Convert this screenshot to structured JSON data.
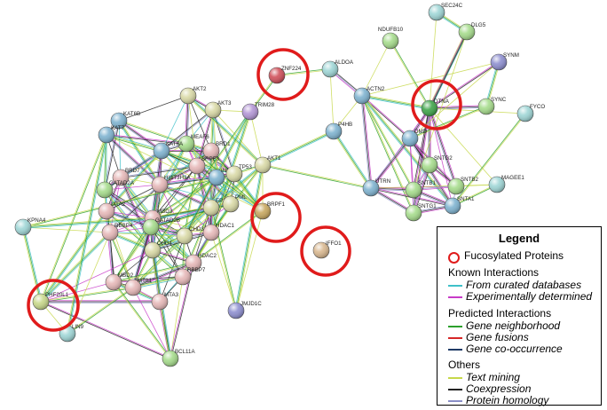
{
  "nodes": [
    {
      "id": "SEC24C",
      "color": "#9fd6d6"
    },
    {
      "id": "DLG5",
      "color": "#a6dc8c"
    },
    {
      "id": "NDUFB10",
      "color": "#a6dc8c"
    },
    {
      "id": "SYNM",
      "color": "#8e8fd0"
    },
    {
      "id": "ZNF224",
      "color": "#d0505a"
    },
    {
      "id": "ALDOA",
      "color": "#9fd6d6"
    },
    {
      "id": "ACTN2",
      "color": "#7fb3d0"
    },
    {
      "id": "DTNA",
      "color": "#3fa54a"
    },
    {
      "id": "SYNC",
      "color": "#a6dc8c"
    },
    {
      "id": "FYCO",
      "color": "#9fd6d6"
    },
    {
      "id": "AKT2",
      "color": "#d9d9a6"
    },
    {
      "id": "AKT3",
      "color": "#d9d9a6"
    },
    {
      "id": "TRIM28",
      "color": "#b497d6"
    },
    {
      "id": "P4HB",
      "color": "#7fb3d0"
    },
    {
      "id": "KAT6B",
      "color": "#7fb3d0"
    },
    {
      "id": "KAT7",
      "color": "#7fb3d0"
    },
    {
      "id": "MEAF6",
      "color": "#a6dc8c"
    },
    {
      "id": "KAT6A",
      "color": "#7fb3d0"
    },
    {
      "id": "BRD1",
      "color": "#e6b8b8"
    },
    {
      "id": "DMD",
      "color": "#7fb3d0"
    },
    {
      "id": "AKT1",
      "color": "#d9d9a6"
    },
    {
      "id": "BRPF3",
      "color": "#e6b8b8"
    },
    {
      "id": "ING5",
      "color": "#7fb3d0"
    },
    {
      "id": "TP53",
      "color": "#d9d9a6"
    },
    {
      "id": "SNTG2",
      "color": "#a6dc8c"
    },
    {
      "id": "BRD7",
      "color": "#e6b8b8"
    },
    {
      "id": "GATAD2A",
      "color": "#a6dc8c"
    },
    {
      "id": "HIST3H3A",
      "color": "#e6b8b8"
    },
    {
      "id": "UTRN",
      "color": "#7fb3d0"
    },
    {
      "id": "SNTB1",
      "color": "#a6dc8c"
    },
    {
      "id": "SNTB2",
      "color": "#a6dc8c"
    },
    {
      "id": "MAGEE1",
      "color": "#9fd6d6"
    },
    {
      "id": "MTA2",
      "color": "#e6b8b8"
    },
    {
      "id": "MBD3",
      "color": "#e6b8b8"
    },
    {
      "id": "EP300",
      "color": "#d9d9a6"
    },
    {
      "id": "PML",
      "color": "#d9d9a6"
    },
    {
      "id": "BRPF1",
      "color": "#c8a860"
    },
    {
      "id": "SNTG1",
      "color": "#a6dc8c"
    },
    {
      "id": "SNTA1",
      "color": "#7fb3d0"
    },
    {
      "id": "KPNA4",
      "color": "#9fd6d6"
    },
    {
      "id": "RBBP4",
      "color": "#e6b8b8"
    },
    {
      "id": "GATAD2B",
      "color": "#a6dc8c"
    },
    {
      "id": "CHD3",
      "color": "#d9d9a6"
    },
    {
      "id": "HDAC1",
      "color": "#e6b8b8"
    },
    {
      "id": "CHD4",
      "color": "#d9d9a6"
    },
    {
      "id": "HDAC2",
      "color": "#e6b8b8"
    },
    {
      "id": "IFFO1",
      "color": "#d9b890"
    },
    {
      "id": "RBBP7",
      "color": "#e6b8b8"
    },
    {
      "id": "MBD2",
      "color": "#e6b8b8"
    },
    {
      "id": "MTA1",
      "color": "#e6b8b8"
    },
    {
      "id": "PHF20L1",
      "color": "#c8d88a"
    },
    {
      "id": "MTA3",
      "color": "#e6b8b8"
    },
    {
      "id": "JMJD1C",
      "color": "#8e8fd0"
    },
    {
      "id": "LIN9",
      "color": "#9fd6d6"
    },
    {
      "id": "BCL11A",
      "color": "#a6dc8c"
    }
  ],
  "highlighted": [
    "ZNF224",
    "DTNA",
    "BRPF1",
    "IFFO1",
    "PHF20L1"
  ],
  "legend": {
    "title": "Legend",
    "fucosylated": "Fucosylated Proteins",
    "known": "Known Interactions",
    "curated": "From curated databases",
    "experimental": "Experimentally determined",
    "predicted": "Predicted Interactions",
    "neighborhood": "Gene neighborhood",
    "fusions": "Gene fusions",
    "cooccurrence": "Gene co-occurrence",
    "others": "Others",
    "textmining": "Text mining",
    "coexpression": "Coexpression",
    "homology": "Protein homology"
  },
  "colors": {
    "highlight": "#e01b1b",
    "curated": "#3fc1c9",
    "experimental": "#c83bc8",
    "neighborhood": "#2ca02c",
    "fusions": "#d62728",
    "cooccurrence": "#1f3b66",
    "textmining": "#c7d84a",
    "coexpression": "#222222",
    "homology": "#8a8fc7"
  }
}
